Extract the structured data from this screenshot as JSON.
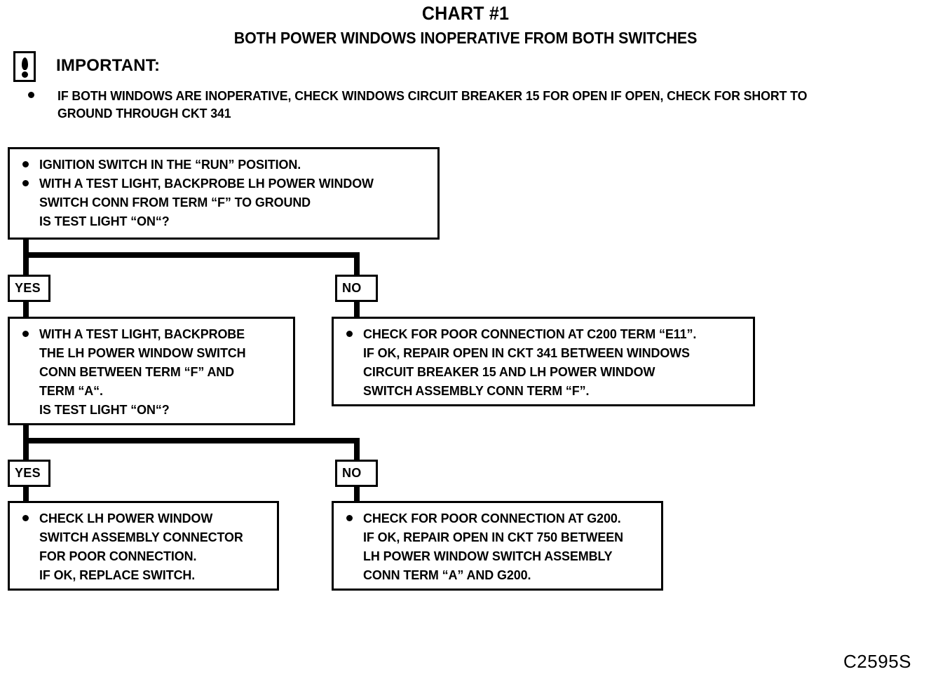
{
  "document": {
    "title_main": "CHART #1",
    "title_sub": "BOTH POWER WINDOWS INOPERATIVE FROM BOTH SWITCHES",
    "footer_code": "C2595S"
  },
  "important": {
    "icon": "exclamation-in-box-icon",
    "label": "IMPORTANT:",
    "bullets": [
      "IF BOTH WINDOWS ARE INOPERATIVE, CHECK WINDOWS CIRCUIT BREAKER 15 FOR OPEN   IF OPEN, CHECK FOR SHORT TO\nGROUND THROUGH CKT 341"
    ]
  },
  "flow": {
    "step1": {
      "text": "IGNITION SWITCH IN THE “RUN” POSITION.",
      "text2": "WITH A TEST LIGHT, BACKPROBE LH POWER WINDOW\nSWITCH CONN FROM TERM “F” TO GROUND\nIS TEST LIGHT “ON“?"
    },
    "branch1": {
      "yes_label": "YES",
      "no_label": "NO"
    },
    "step2_yes": {
      "text": "WITH A TEST LIGHT, BACKPROBE\nTHE LH POWER WINDOW SWITCH\nCONN BETWEEN TERM “F” AND\nTERM “A“.\nIS TEST LIGHT “ON“?"
    },
    "step2_no": {
      "text": "CHECK FOR POOR CONNECTION AT C200 TERM “E11”.\nIF OK, REPAIR OPEN IN CKT 341 BETWEEN WINDOWS\nCIRCUIT BREAKER 15 AND LH POWER WINDOW\nSWITCH ASSEMBLY CONN TERM “F”."
    },
    "branch2": {
      "yes_label": "YES",
      "no_label": "NO"
    },
    "step3_yes": {
      "text": "CHECK LH POWER WINDOW\nSWITCH ASSEMBLY CONNECTOR\nFOR POOR CONNECTION.\nIF OK, REPLACE SWITCH."
    },
    "step3_no": {
      "text": "CHECK FOR POOR CONNECTION AT G200.\nIF OK, REPAIR OPEN IN CKT 750 BETWEEN\nLH POWER WINDOW SWITCH ASSEMBLY\nCONN TERM “A” AND G200."
    }
  },
  "colors": {
    "ink": "#000000",
    "paper": "#ffffff"
  }
}
